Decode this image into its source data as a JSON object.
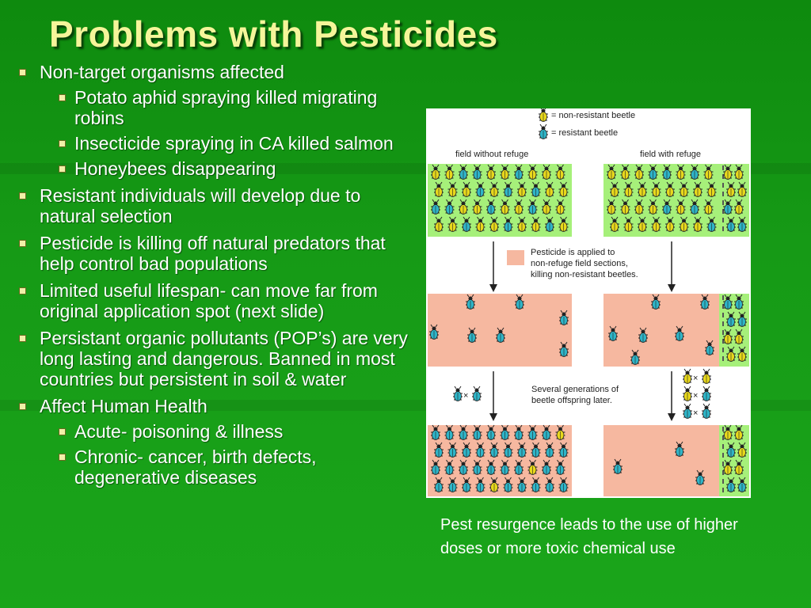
{
  "slide": {
    "title": "Problems with Pesticides",
    "bullets": [
      {
        "level": 1,
        "text": "Non-target organisms affected"
      },
      {
        "level": 2,
        "text": "Potato aphid spraying killed migrating robins"
      },
      {
        "level": 2,
        "text": "Insecticide spraying in CA killed salmon"
      },
      {
        "level": 2,
        "text": "Honeybees disappearing"
      },
      {
        "level": 1,
        "text": "Resistant individuals will develop due to natural selection"
      },
      {
        "level": 1,
        "text": "Pesticide is killing off natural predators that help control bad populations"
      },
      {
        "level": 1,
        "text": "Limited useful lifespan- can move far from original application spot (next slide)"
      },
      {
        "level": 1,
        "text": "Persistant organic pollutants (POP’s) are very long lasting and dangerous. Banned in most countries but persistent in soil & water"
      },
      {
        "level": 1,
        "text": "Affect Human Health"
      },
      {
        "level": 2,
        "text": "Acute- poisoning & illness"
      },
      {
        "level": 2,
        "text": "Chronic- cancer, birth defects, degenerative diseases"
      }
    ],
    "caption": "Pest resurgence leads to the use of higher doses or more toxic chemical use"
  },
  "figure": {
    "legend_nonresistant": "= non-resistant beetle",
    "legend_resistant": "= resistant beetle",
    "label_without_refuge": "field without refuge",
    "label_with_refuge": "field with refuge",
    "note1_line1": "Pesticide is applied to",
    "note1_line2": "non-refuge field sections,",
    "note1_line3": "killing non-resistant beetles.",
    "note2_line1": "Several generations of",
    "note2_line2": "beetle offspring later.",
    "cross": "×",
    "colors": {
      "field_green": "#a6f07a",
      "sprayed_pink": "#f6b8a0",
      "beetle_yellow": "#e8d81c",
      "beetle_cyan": "#2fb5c8"
    }
  }
}
